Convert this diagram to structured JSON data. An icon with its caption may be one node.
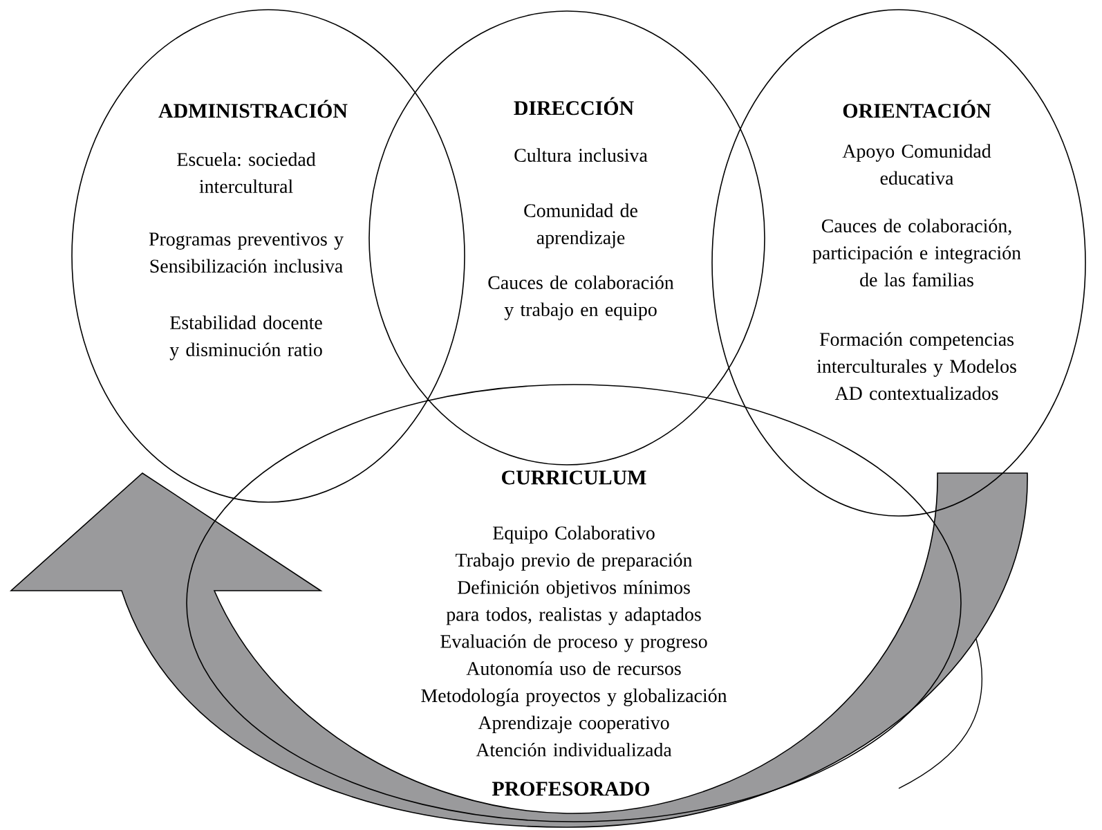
{
  "diagram": {
    "nodes": [
      {
        "text": [
          "ADMINISTRACIÓN",
          "Escuela: sociedad intercultural",
          "Programas preventivos y Sensibilización inclusiva",
          "Estabilidad docente y disminución ratio"
        ]
      },
      {
        "text": [
          "DIRECCIÓN",
          "Cultura inclusiva",
          "Comunidad de aprendizaje",
          "Cauces de colaboración y trabajo en equipo"
        ]
      },
      {
        "text": [
          "ORIENTACIÓN",
          "Apoyo Comunidad educativa",
          "Cauces de colaboración, participación e integración de las familias",
          "Formación competencias interculturales y Modelos AD contextualizados"
        ]
      },
      {
        "text": [
          "CURRICULUM",
          "Equipo Colaborativo",
          "Trabajo previo de preparación",
          "Definición objetivos mínimos para todos, realistas y adaptados",
          "Evaluación de proceso y progreso",
          "Autonomía uso de recursos",
          "Metodología proyectos y globalización",
          "Aprendizaje cooperativo",
          "Atención individualizada"
        ]
      }
    ],
    "labels": [
      "PROFESORADO"
    ]
  }
}
